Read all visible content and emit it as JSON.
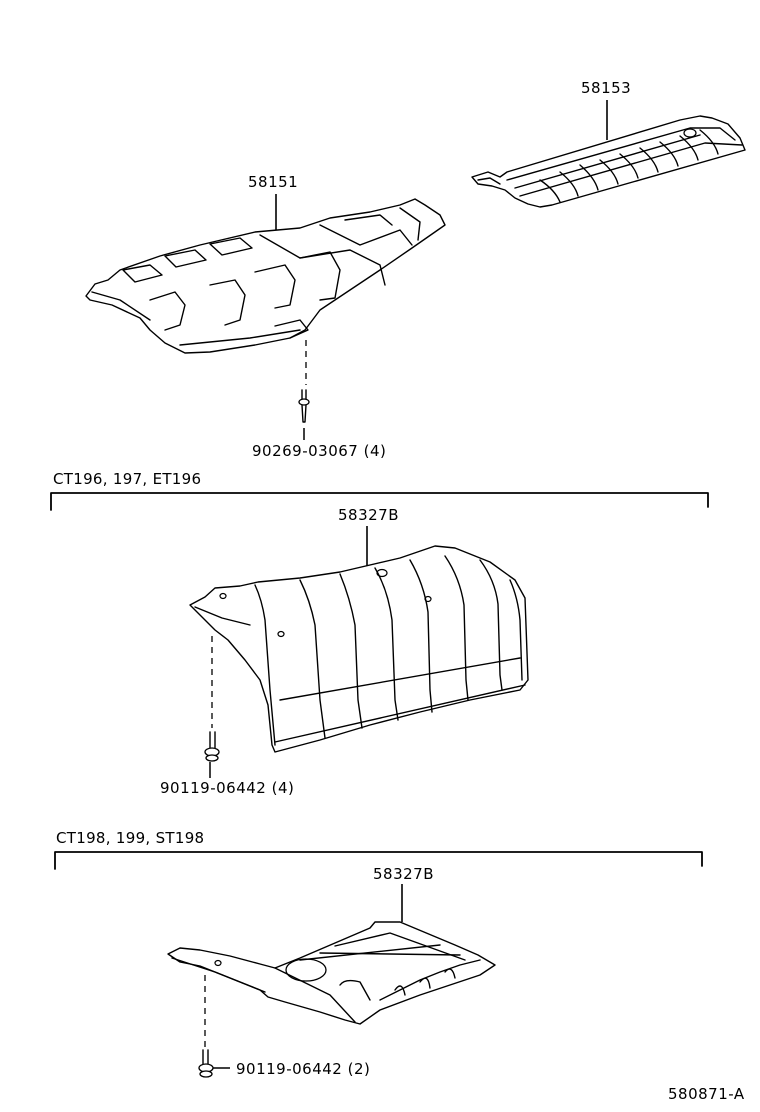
{
  "diagram": {
    "drawing_number": "580871-A",
    "parts": [
      {
        "id": "part-58153",
        "number": "58153"
      },
      {
        "id": "part-58151",
        "number": "58151"
      },
      {
        "id": "part-90269-03067",
        "number": "90269-03067",
        "qty": "(4)"
      },
      {
        "id": "part-58327b-a",
        "number": "58327B"
      },
      {
        "id": "part-90119-06442-a",
        "number": "90119-06442",
        "qty": "(4)"
      },
      {
        "id": "part-58327b-b",
        "number": "58327B"
      },
      {
        "id": "part-90119-06442-b",
        "number": "90119-06442",
        "qty": "(2)"
      }
    ],
    "groups": [
      {
        "label": "CT196, 197, ET196"
      },
      {
        "label": "CT198, 199, ST198"
      }
    ]
  }
}
